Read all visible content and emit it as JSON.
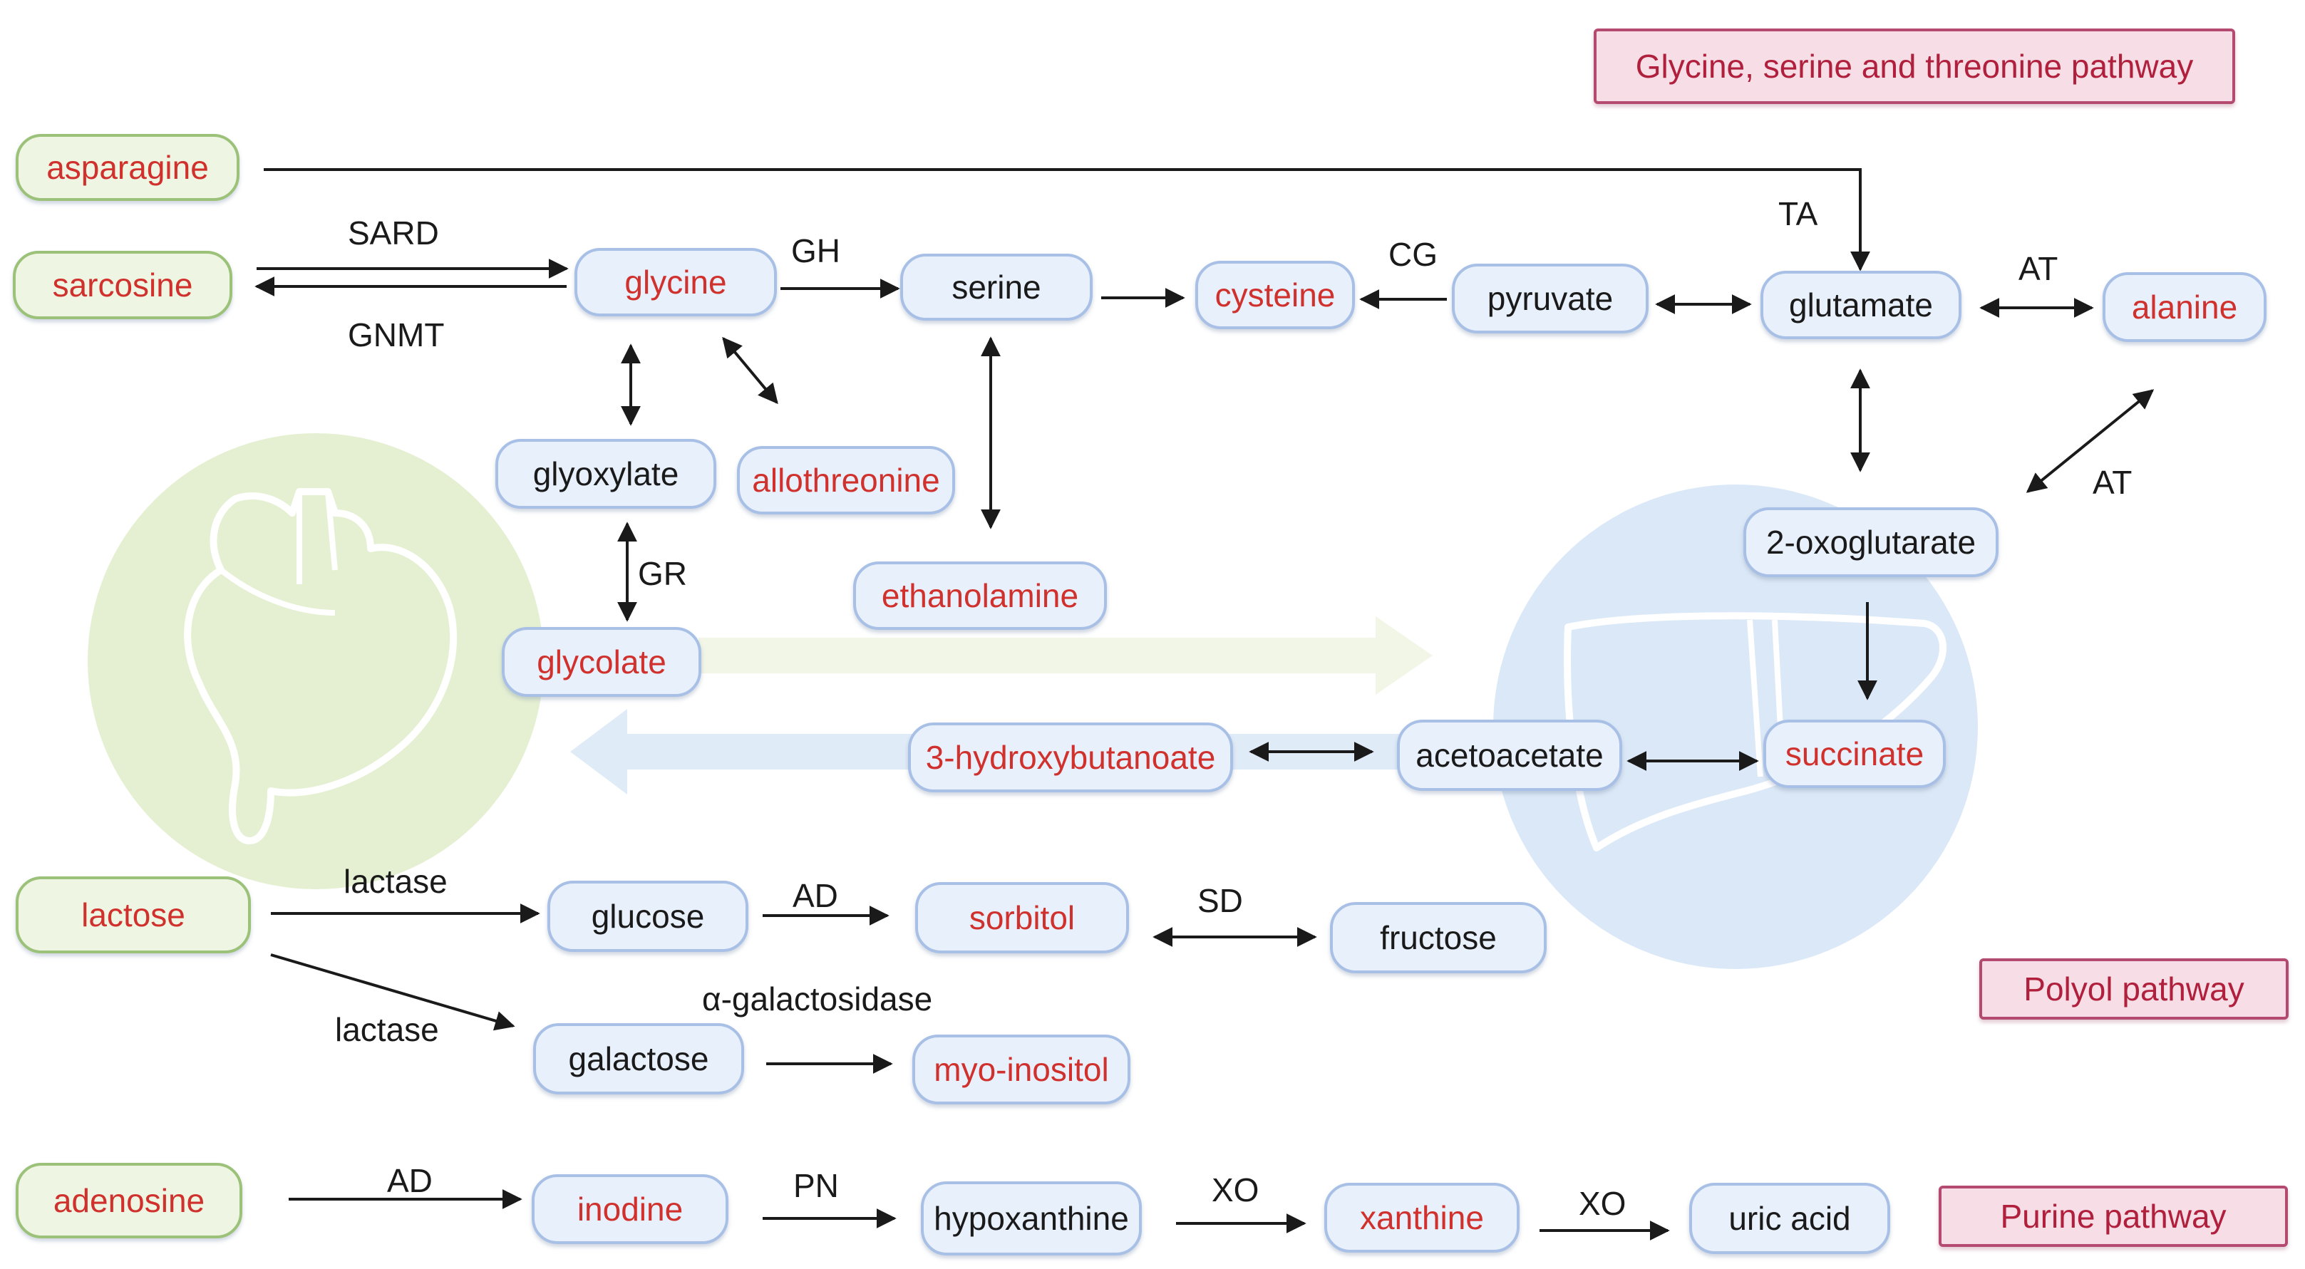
{
  "pathways": {
    "glycine_serine_threonine": "Glycine, serine and threonine pathway",
    "polyol": "Polyol pathway",
    "purine": "Purine pathway"
  },
  "sources": {
    "asparagine": "asparagine",
    "sarcosine": "sarcosine",
    "lactose": "lactose",
    "adenosine": "adenosine"
  },
  "metabolites": {
    "glycine": "glycine",
    "serine": "serine",
    "cysteine": "cysteine",
    "pyruvate": "pyruvate",
    "glutamate": "glutamate",
    "alanine": "alanine",
    "glyoxylate": "glyoxylate",
    "allothreonine": "allothreonine",
    "ethanolamine": "ethanolamine",
    "glycolate": "glycolate",
    "oxoglutarate": "2-oxoglutarate",
    "succinate": "succinate",
    "acetoacetate": "acetoacetate",
    "hydroxybutanoate": "3-hydroxybutanoate",
    "glucose": "glucose",
    "sorbitol": "sorbitol",
    "fructose": "fructose",
    "galactose": "galactose",
    "myo_inositol": "myo-inositol",
    "inodine": "inodine",
    "hypoxanthine": "hypoxanthine",
    "xanthine": "xanthine",
    "uric_acid": "uric acid"
  },
  "enzymes": {
    "sard": "SARD",
    "gnmt": "GNMT",
    "gh": "GH",
    "cg": "CG",
    "ta": "TA",
    "at_top": "AT",
    "at_diag": "AT",
    "gr": "GR",
    "lactase_1": "lactase",
    "lactase_2": "lactase",
    "ad_polyol": "AD",
    "sd": "SD",
    "alpha_gal": "α-galactosidase",
    "ad_purine": "AD",
    "pn": "PN",
    "xo_1": "XO",
    "xo_2": "XO"
  },
  "colors": {
    "node_fill": "#e8f0fb",
    "node_border": "#a9c0e6",
    "source_fill": "#eef5e2",
    "source_border": "#9cc27a",
    "highlight_text": "#d0312d",
    "pathway_fill": "#f6dde6",
    "pathway_border": "#b44a70",
    "heart_circle": "#e5f0d3",
    "liver_circle": "#dbe8f7"
  },
  "icons": [
    "heart-organ-icon",
    "liver-organ-icon"
  ]
}
